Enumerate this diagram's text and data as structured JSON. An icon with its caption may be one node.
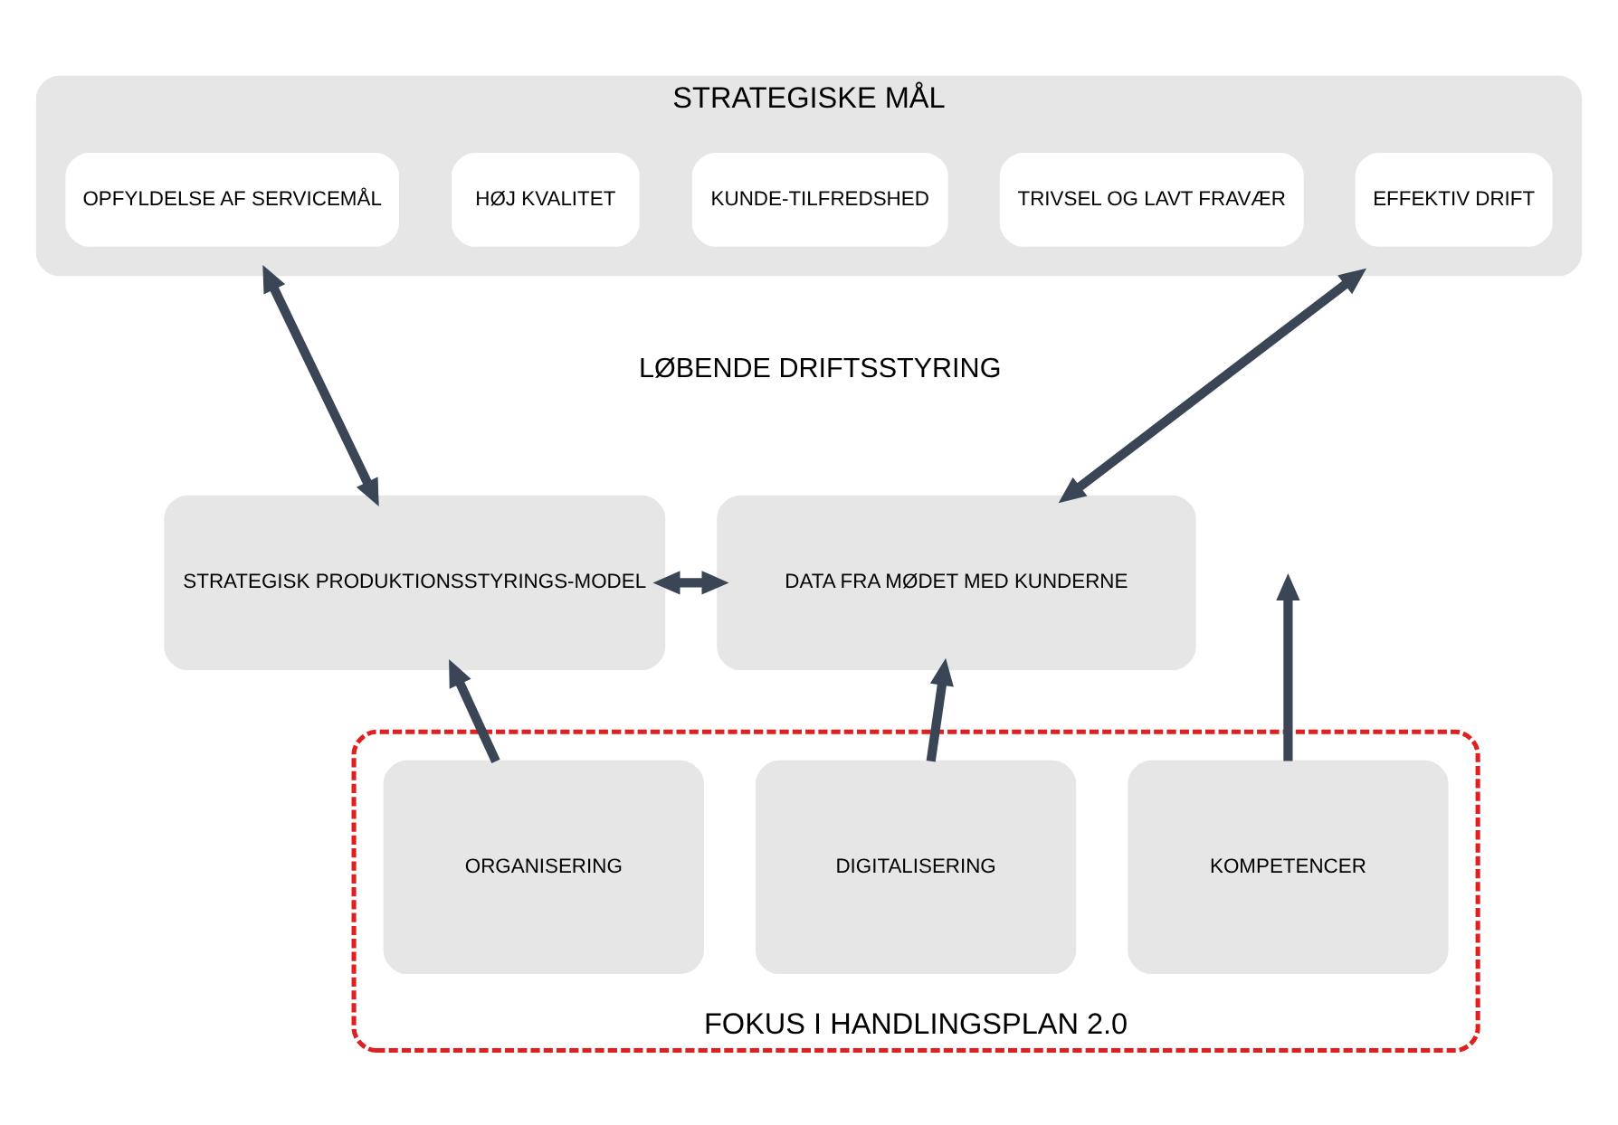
{
  "diagram": {
    "nodes": [
      {
        "text": [
          "STRATEGISKE MÅL"
        ]
      },
      {
        "text": [
          "OPFYLDELSE AF SERVICEMÅL"
        ],
        "in": 0
      },
      {
        "text": [
          "HØJ KVALITET"
        ],
        "in": 0
      },
      {
        "text": [
          "KUNDE-TILFREDSHED"
        ],
        "in": 0
      },
      {
        "text": [
          "TRIVSEL OG LAVT FRAVÆR"
        ],
        "in": 0
      },
      {
        "text": [
          "EFFEKTIV DRIFT"
        ],
        "in": 0
      },
      {
        "text": [
          "STRATEGISK PRODUKTIONSSTYRINGS-MODEL"
        ]
      },
      {
        "text": [
          "DATA FRA MØDET MED KUNDERNE"
        ]
      },
      {
        "text": [
          "FOKUS I HANDLINGSPLAN 2.0"
        ]
      },
      {
        "text": [
          "ORGANISERING"
        ],
        "in": 8
      },
      {
        "text": [
          "KOMPETENCER"
        ],
        "in": 8
      },
      {
        "text": [
          "DIGITALISERING"
        ],
        "in": 8
      }
    ],
    "edges": [
      {
        "from": 0,
        "to": 6,
        "arrow": "both"
      },
      {
        "from": 0,
        "to": 7,
        "arrow": "both"
      },
      {
        "from": 6,
        "to": 7,
        "arrow": "both"
      },
      {
        "from": 9,
        "to": 6,
        "arrow": "to"
      },
      {
        "from": 10,
        "to": null,
        "arrow": "to"
      },
      {
        "from": 11,
        "to": 7,
        "arrow": "to"
      }
    ],
    "labels": [
      "LØBENDE DRIFTSSTYRING"
    ]
  }
}
